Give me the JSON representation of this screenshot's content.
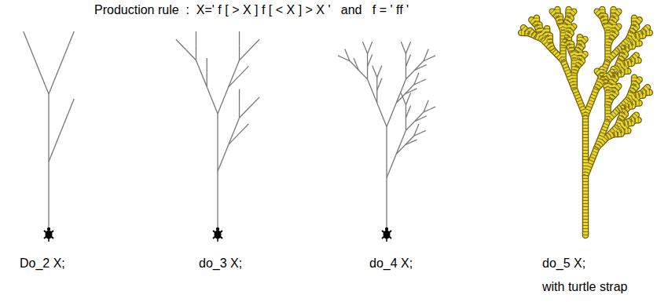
{
  "diagram": {
    "labels": [
      "Production rule  :  X=' f [ > X ] f [ < X ] > X '   and   f = ' ff '",
      "Do_2 X;",
      "do_3 X;",
      "do_4 X;",
      "do_5 X;",
      "with turtle strap"
    ]
  }
}
